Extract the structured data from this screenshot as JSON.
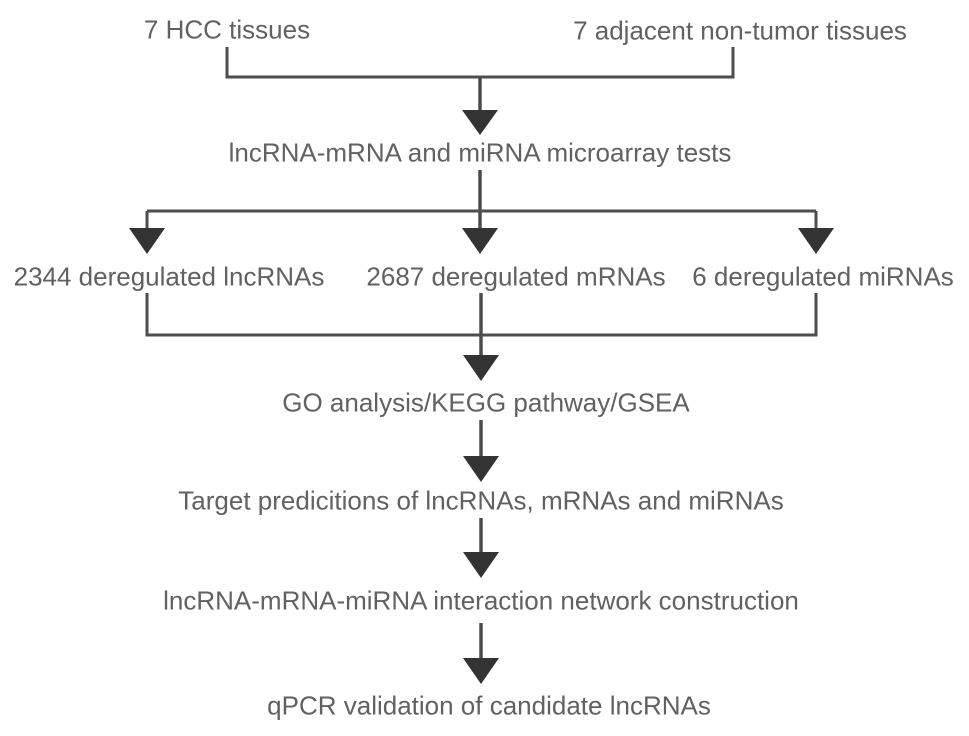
{
  "flowchart": {
    "sources": [
      {
        "id": "hcc",
        "label": "7 HCC tissues"
      },
      {
        "id": "adjacent",
        "label": "7 adjacent non-tumor tissues"
      }
    ],
    "steps": [
      {
        "id": "microarray",
        "label": "lncRNA-mRNA and miRNA microarray tests"
      },
      {
        "id": "go-kegg-gsea",
        "label": "GO analysis/KEGG pathway/GSEA"
      },
      {
        "id": "target-prediction",
        "label": "Target predicitions of lncRNAs, mRNAs and miRNAs"
      },
      {
        "id": "network-construction",
        "label": "lncRNA-mRNA-miRNA interaction network construction"
      },
      {
        "id": "qpcr-validation",
        "label": "qPCR validation of candidate lncRNAs"
      }
    ],
    "branches": [
      {
        "id": "lncrna",
        "label": "2344 deregulated lncRNAs"
      },
      {
        "id": "mrna",
        "label": "2687 deregulated mRNAs"
      },
      {
        "id": "mirna",
        "label": "6 deregulated miRNAs"
      }
    ]
  },
  "colors": {
    "background": "#ffffff",
    "text": "#616161",
    "line": "#4d4d4d",
    "arrowhead": "#333333"
  }
}
